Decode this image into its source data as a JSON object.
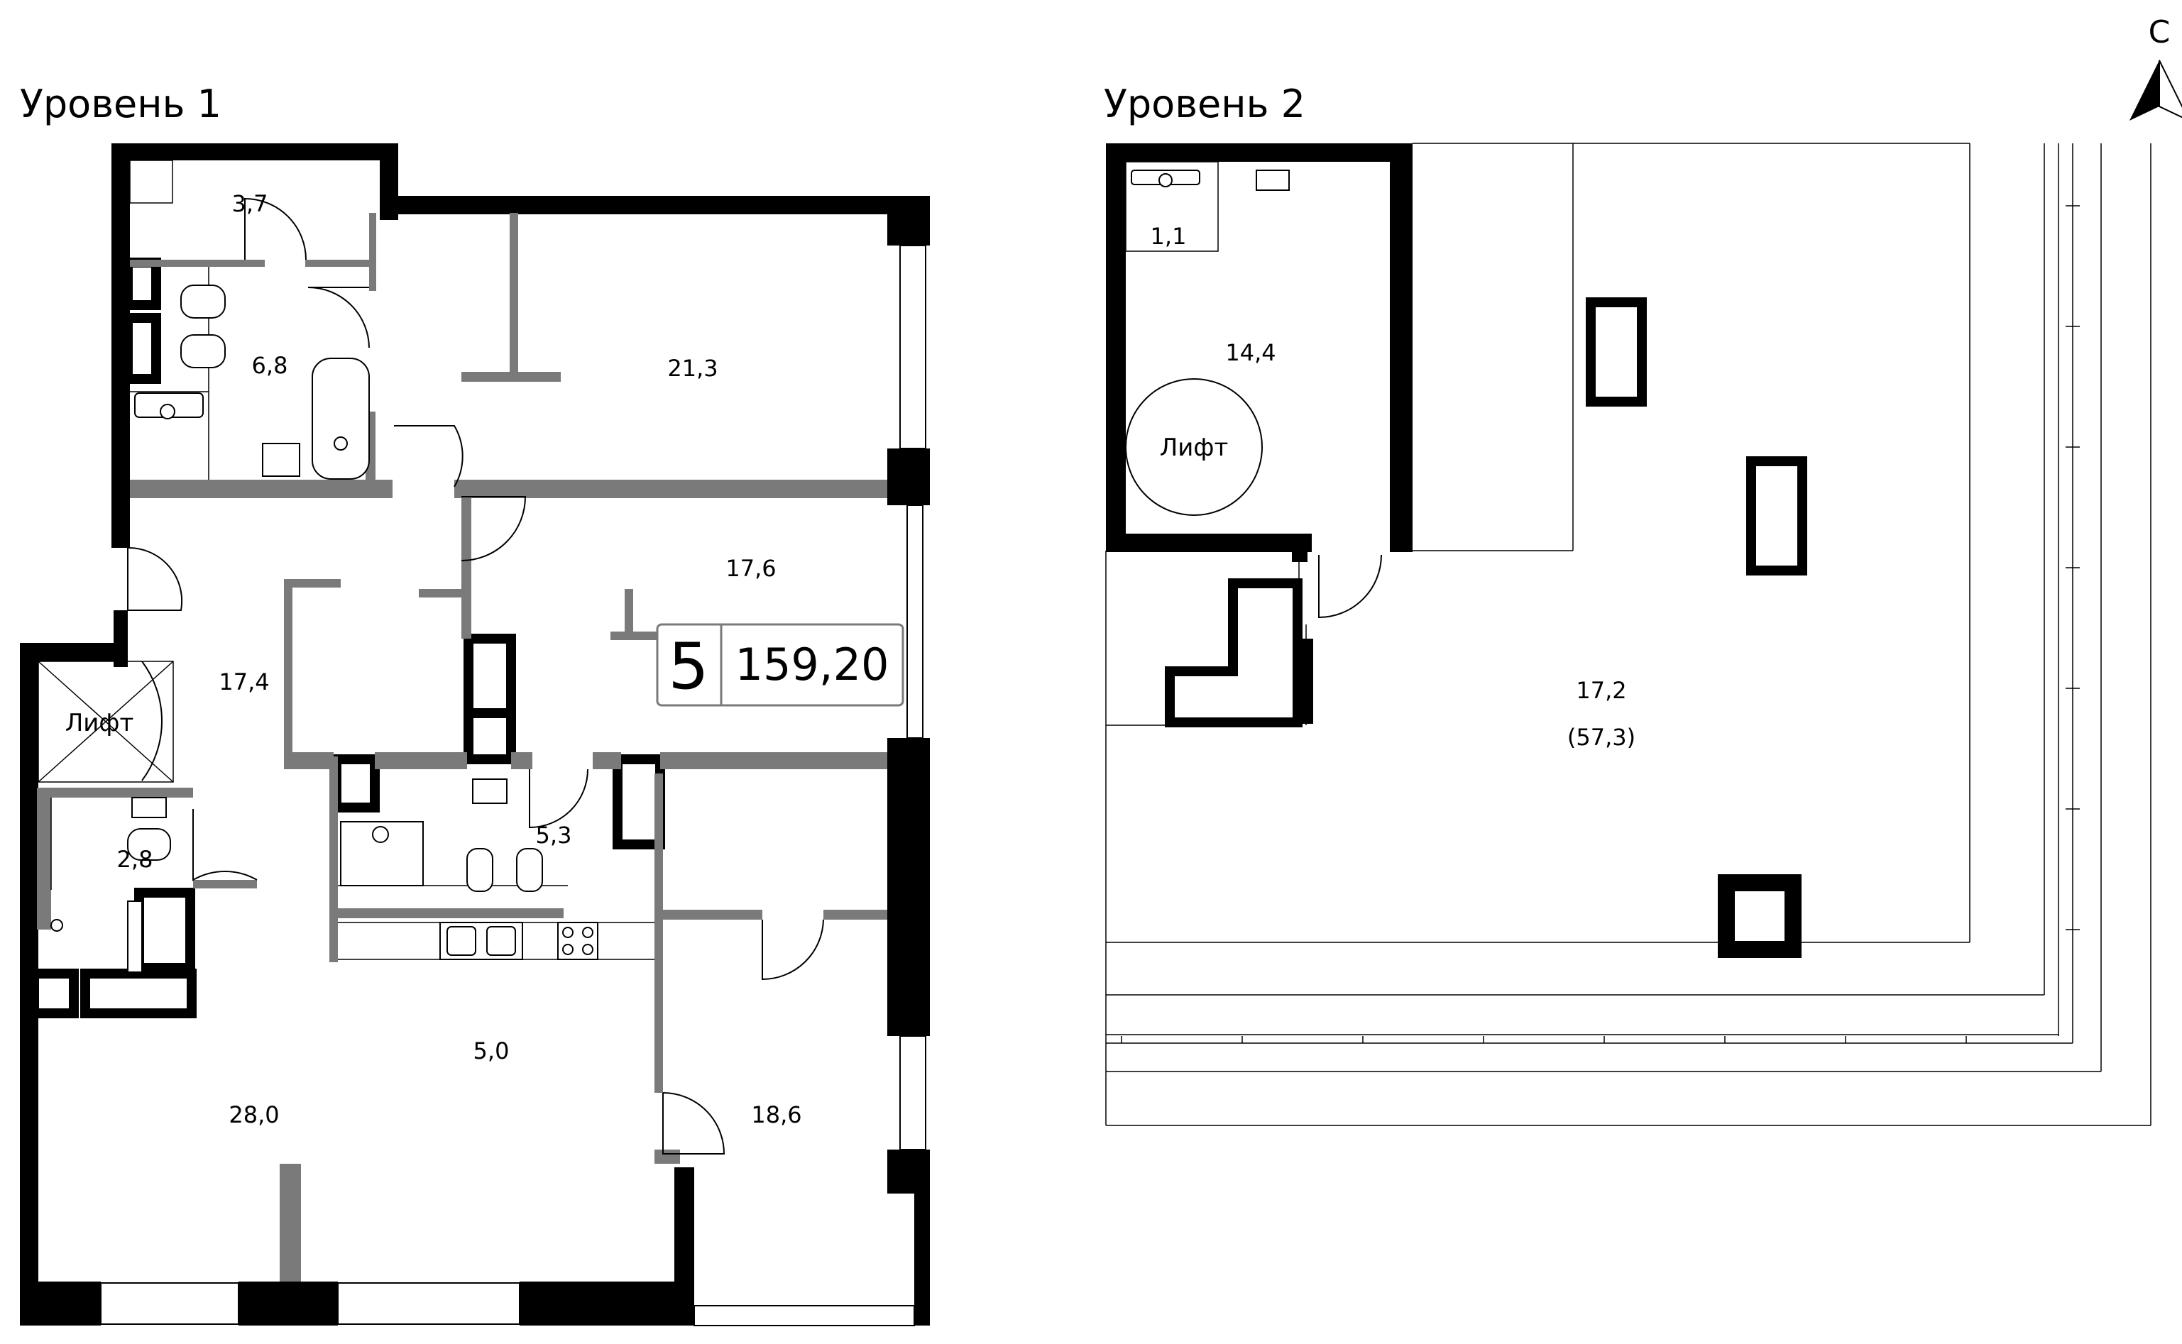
{
  "levels": {
    "level1_title": "Уровень 1",
    "level2_title": "Уровень 2"
  },
  "north_label": "С",
  "apartment": {
    "rooms": "5",
    "total_area": "159,20"
  },
  "level1": {
    "areas": {
      "wc_top": "3,7",
      "bath": "6,8",
      "bedroom_top": "21,3",
      "hall": "17,4",
      "bedroom_mid": "17,6",
      "bath_mid": "5,3",
      "wc_left": "2,8",
      "kitchen": "5,0",
      "living": "28,0",
      "bedroom_right": "18,6"
    },
    "lift_label": "Лифт"
  },
  "level2": {
    "areas": {
      "wc": "1,1",
      "hall": "14,4",
      "terrace": "17,2",
      "terrace_total": "(57,3)"
    },
    "lift_label": "Лифт"
  },
  "colors": {
    "wall": "#000000",
    "partition": "#7a7a7a",
    "background": "#ffffff"
  }
}
